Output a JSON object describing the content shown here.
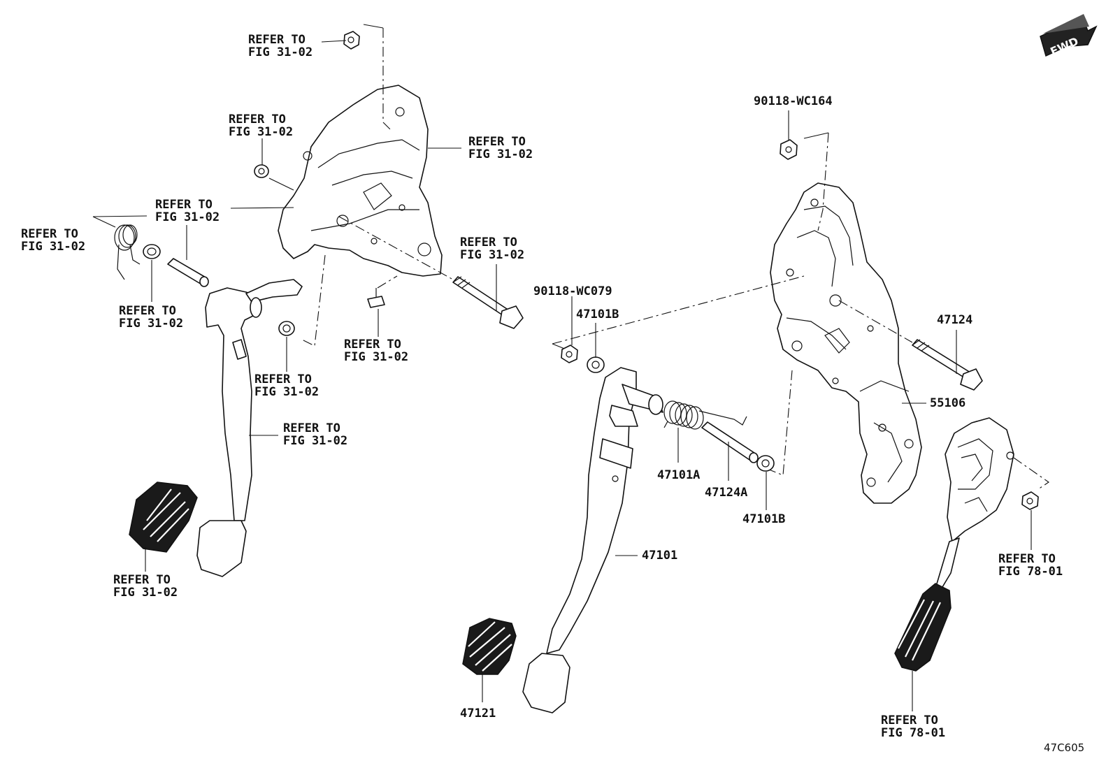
{
  "fwd_badge": "FWD",
  "figure_code": "47C605",
  "labels": {
    "refer_l1": [
      "REFER TO",
      "FIG 31-02"
    ],
    "refer_l2": [
      "REFER TO",
      "FIG 31-02"
    ],
    "refer_l3": [
      "REFER TO",
      "FIG 31-02"
    ],
    "refer_l4": [
      "REFER TO",
      "FIG 31-02"
    ],
    "refer_l5": [
      "REFER TO",
      "FIG 31-02"
    ],
    "refer_l6": [
      "REFER TO",
      "FIG 31-02"
    ],
    "refer_l7": [
      "REFER TO",
      "FIG 31-02"
    ],
    "refer_l8": [
      "REFER TO",
      "FIG 31-02"
    ],
    "refer_l9": [
      "REFER TO",
      "FIG 31-02"
    ],
    "refer_l10": [
      "REFER TO",
      "FIG 31-02"
    ],
    "refer_l11": [
      "REFER TO",
      "FIG 31-02"
    ],
    "refer_r1": [
      "REFER TO",
      "FIG 78-01"
    ],
    "refer_r2": [
      "REFER TO",
      "FIG 78-01"
    ],
    "p90118_wc164": "90118-WC164",
    "p90118_wc079": "90118-WC079",
    "p47101b_top": "47101B",
    "p47124": "47124",
    "p55106": "55106",
    "p47101a": "47101A",
    "p47124a": "47124A",
    "p47101b_bottom": "47101B",
    "p47101": "47101",
    "p47121": "47121"
  }
}
